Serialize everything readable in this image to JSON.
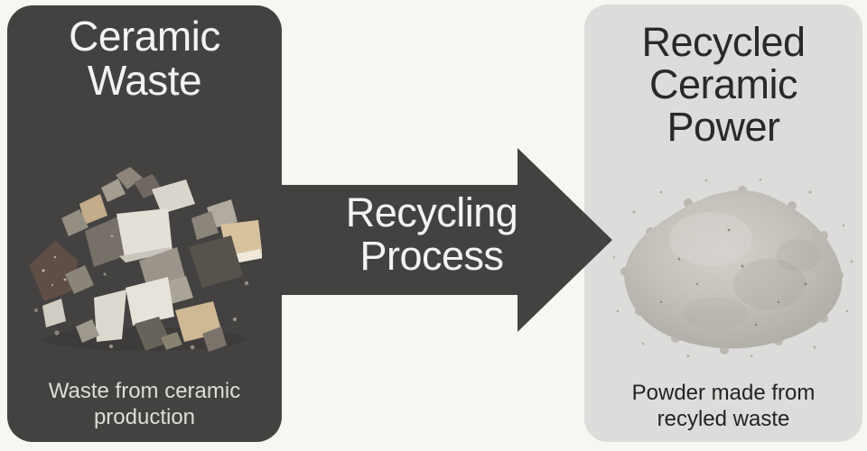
{
  "page": {
    "background_color": "#f7f6f2",
    "type": "recycling-process-diagram"
  },
  "left_panel": {
    "bg_color": "#434240",
    "text_color": "#f4f3f1",
    "title_lines": [
      "Ceramic",
      "Waste"
    ],
    "caption_lines": [
      "Waste from ceramic",
      "production"
    ],
    "image": "pile-of-broken-ceramic-shards"
  },
  "arrow": {
    "color": "#434240",
    "label_color": "#f5f4f2",
    "label_lines": [
      "Recycling",
      "Process"
    ],
    "direction": "right"
  },
  "right_panel": {
    "bg_color": "#dcdcda",
    "text_color": "#2a2928",
    "title_lines": [
      "Recycled",
      "Ceramic",
      "Power"
    ],
    "caption_lines": [
      "Powder made from",
      "recyled waste"
    ],
    "image": "mound-of-gray-ceramic-powder"
  }
}
